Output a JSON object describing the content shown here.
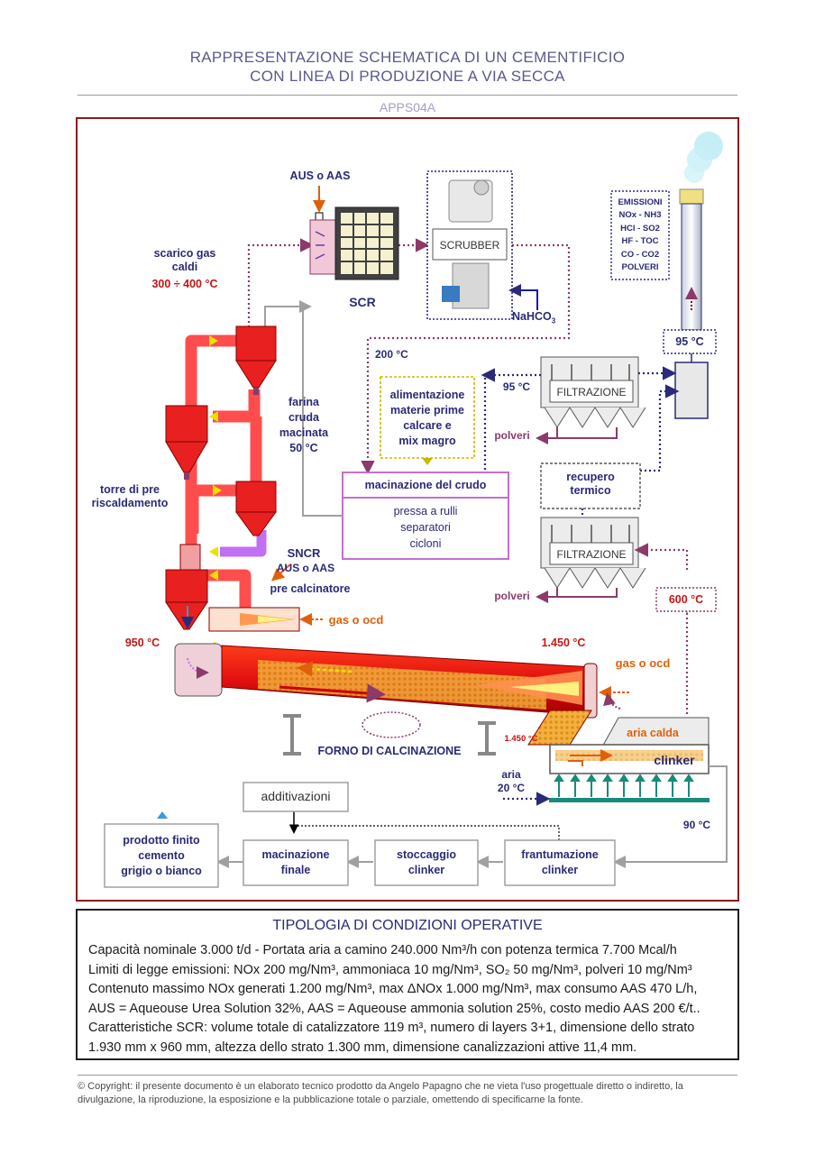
{
  "header": {
    "title_line1": "RAPPRESENTAZIONE SCHEMATICA DI UN CEMENTIFICIO",
    "title_line2": "CON LINEA DI PRODUZIONE A VIA SECCA",
    "code": "APPS04A"
  },
  "diagram": {
    "aus_top": "AUS o AAS",
    "scarico_gas": [
      "scarico gas",
      "caldi"
    ],
    "scarico_temp": "300 ÷ 400 °C",
    "scr": "SCR",
    "scrubber": "SCRUBBER",
    "nahco3_main": "NaHCO",
    "nahco3_sub": "3",
    "emissioni": [
      "EMISSIONI",
      "NOx - NH3",
      "HCl - SO2",
      "HF - TOC",
      "CO - CO2",
      "POLVERI"
    ],
    "temp_200": "200 °C",
    "temp_95_stack": "95 °C",
    "temp_95_filter": "95 °C",
    "filtrazione_top": "FILTRAZIONE",
    "filtrazione_bottom": "FILTRAZIONE",
    "polveri_top": "polveri",
    "polveri_bottom": "polveri",
    "alimentazione": [
      "alimentazione",
      "materie prime",
      "calcare e",
      "mix magro"
    ],
    "farina": [
      "farina",
      "cruda",
      "macinata"
    ],
    "farina_temp": "50 °C",
    "macinazione_crudo": "macinazione del crudo",
    "pressa": [
      "pressa a rulli",
      "separatori",
      "cicloni"
    ],
    "torre": [
      "torre di  pre",
      "riscaldamento"
    ],
    "recupero": [
      "recupero",
      "termico"
    ],
    "sncr": "SNCR",
    "aus_sncr": "AUS o AAS",
    "pre_calcinatore": "pre calcinatore",
    "gas_ocd_1": "gas o ocd",
    "gas_ocd_2": "gas o ocd",
    "temp_950": "950 °C",
    "temp_1450_top": "1.450 °C",
    "temp_1450_small": "1.450 °C",
    "temp_600": "600 °C",
    "forno": "FORNO DI CALCINAZIONE",
    "aria_calda": "aria calda",
    "clinker": "clinker",
    "aria": [
      "aria",
      "20 °C"
    ],
    "temp_90": "90 °C",
    "additivazioni": "additivazioni",
    "prodotto": [
      "prodotto finito",
      "cemento",
      "grigio o bianco"
    ],
    "macinazione_finale": [
      "macinazione",
      "finale"
    ],
    "stoccaggio": [
      "stoccaggio",
      "clinker"
    ],
    "frantumazione": [
      "frantumazione",
      "clinker"
    ]
  },
  "conditions": {
    "title": "TIPOLOGIA DI CONDIZIONI OPERATIVE",
    "lines": [
      "Capacità nominale 3.000 t/d - Portata aria a camino 240.000 Nm³/h con potenza termica 7.700 Mcal/h",
      "Limiti di legge emissioni: NOx 200 mg/Nm³, ammoniaca 10 mg/Nm³,  SO₂ 50 mg/Nm³, polveri 10 mg/Nm³",
      "Contenuto massimo NOx generati 1.200 mg/Nm³, max ΔNOx 1.000 mg/Nm³, max consumo AAS 470 L/h,",
      "AUS = Aqueouse Urea Solution 32%, AAS = Aqueouse ammonia solution 25%, costo medio AAS 200 €/t..",
      "Caratteristiche SCR: volume totale di catalizzatore 119 m³, numero di layers 3+1, dimensione dello strato",
      "1.930 mm x 960 mm, altezza dello strato 1.300 mm, dimensione canalizzazioni attive 11,4 mm."
    ]
  },
  "copyright": "© Copyright: il presente documento è un elaborato tecnico prodotto da Angelo Papagno che ne vieta l'uso progettuale diretto o indiretto, la divulgazione, la riproduzione, la esposizione e la pubblicazione totale o parziale, omettendo di specificarne la fonte.",
  "colors": {
    "frame": "#8b1a1a",
    "navy_text": "#2a2a78",
    "red_text": "#c81414",
    "orange_text": "#e0600a",
    "gas_duct": "#ff4d4d",
    "flow_purple": "#8b3a6a"
  }
}
